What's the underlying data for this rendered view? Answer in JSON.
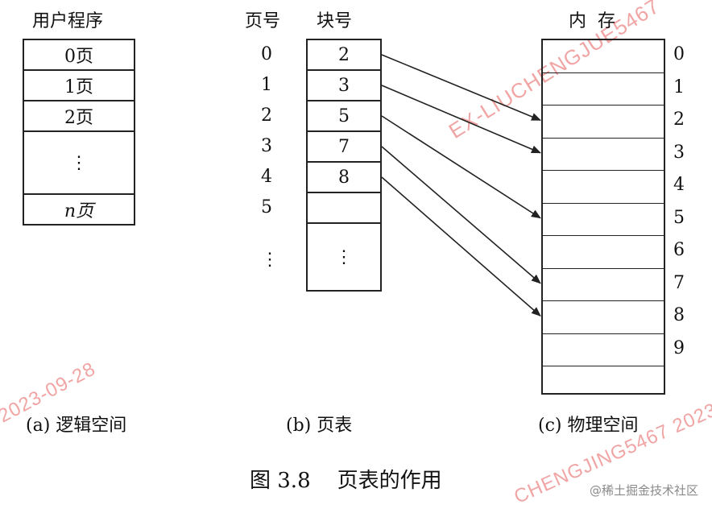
{
  "left_panel": {
    "title": "用户程序",
    "rows": [
      "0页",
      "1页",
      "2页",
      "⋮",
      "n页"
    ],
    "caption": "(a)  逻辑空间"
  },
  "middle_panel": {
    "page_header": "页号",
    "block_header": "块号",
    "page_numbers": [
      "0",
      "1",
      "2",
      "3",
      "4",
      "5",
      "⋮"
    ],
    "block_numbers": [
      "2",
      "3",
      "5",
      "7",
      "8",
      "",
      "⋮"
    ],
    "caption": "(b)  页表"
  },
  "right_panel": {
    "title": "内  存",
    "frame_numbers": [
      "0",
      "1",
      "2",
      "3",
      "4",
      "5",
      "6",
      "7",
      "8",
      "9"
    ],
    "caption": "(c)  物理空间"
  },
  "figure_caption": "图 3.8    页表的作用",
  "watermarks": {
    "top": "EX-LIUCHENGJUE5467",
    "left": "2023-09-28",
    "bottom": "CHENGJING5467 2023",
    "footer": "@稀土掘金技术社区"
  },
  "mapping": [
    {
      "page": 0,
      "frame": 2
    },
    {
      "page": 1,
      "frame": 3
    },
    {
      "page": 2,
      "frame": 5
    },
    {
      "page": 3,
      "frame": 7
    },
    {
      "page": 4,
      "frame": 8
    }
  ]
}
